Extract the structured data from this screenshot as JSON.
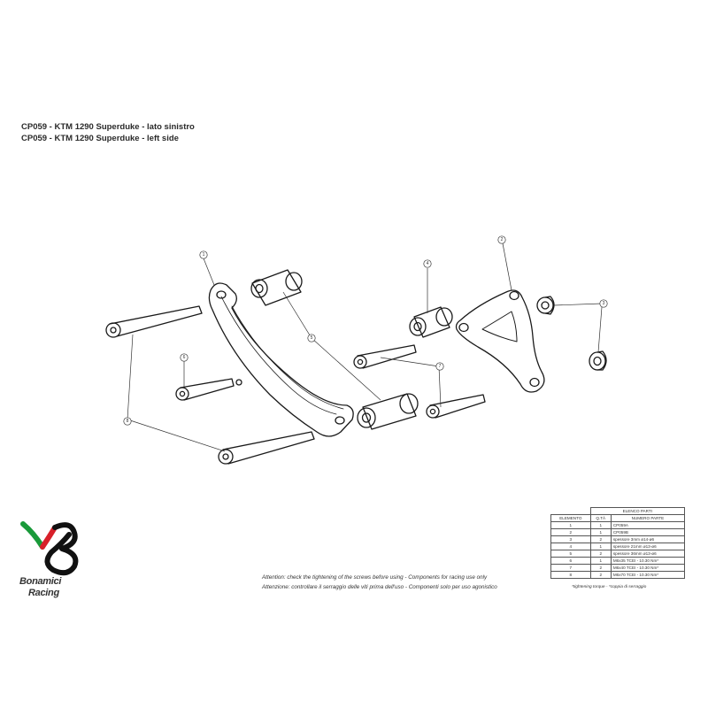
{
  "titles": {
    "line1": "CP059 - KTM 1290 Superduke - lato sinistro",
    "line2": "CP059 - KTM 1290 Superduke - left side"
  },
  "callouts": [
    "1",
    "2",
    "3",
    "4",
    "5",
    "6",
    "7",
    "8"
  ],
  "brand": {
    "line1": "Bonamici",
    "line2": "Racing",
    "colors": {
      "green": "#1a9a3a",
      "red": "#d8202a",
      "black": "#111111"
    }
  },
  "notes": {
    "en": "Attention: check the tightening of the screws before using - Components for racing use only",
    "it": "Attenzione: controllare il serraggio delle viti prima dell'uso - Componenti solo per uso agonistico"
  },
  "parts_table": {
    "caption": "ELENCO PARTI",
    "headers": [
      "ELEMENTO",
      "Q.TÀ",
      "NUMERO PARTE"
    ],
    "rows": [
      [
        "1",
        "1",
        "CP059A"
      ],
      [
        "2",
        "1",
        "CP059B"
      ],
      [
        "3",
        "2",
        "spessore 3mm ø14-ø6"
      ],
      [
        "4",
        "1",
        "spessore 21mm ø13-ø6"
      ],
      [
        "5",
        "2",
        "spessore 36mm ø13-ø6"
      ],
      [
        "6",
        "1",
        "M6x35 TCEI - 10.30 Nm*"
      ],
      [
        "7",
        "2",
        "M6x40 TCEI - 10.30 Nm*"
      ],
      [
        "8",
        "2",
        "M6x70 TCEI - 10.30 Nm*"
      ]
    ],
    "legend": "*tightening torque - *coppia di serraggio"
  }
}
